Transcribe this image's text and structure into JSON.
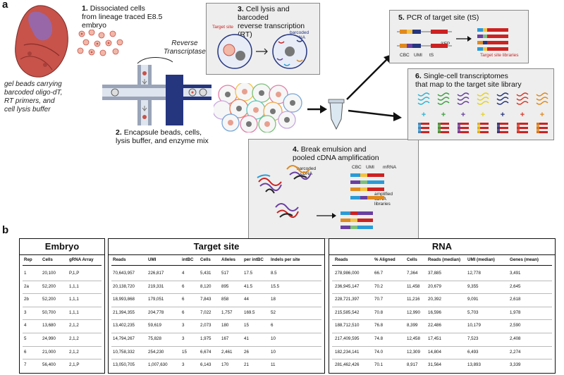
{
  "panel_a": {
    "letter": "a",
    "step1": {
      "num": "1.",
      "text_line1": "Dissociated cells",
      "text_line2": "from lineage traced E8.5",
      "text_line3": "embryo"
    },
    "reverse_transcriptase": {
      "line1": "Reverse",
      "line2": "Transcriptase"
    },
    "gel_beads_note": {
      "line1": "gel beads carrying",
      "line2": "barcoded oligo-dT,",
      "line3": "RT primers, and",
      "line4": "cell lysis buffer"
    },
    "step2": {
      "num": "2.",
      "line1": "Encapsule beads, cells,",
      "line2": "lysis buffer, and enzyme mix"
    },
    "step3": {
      "num": "3.",
      "line1": "Cell lysis and barcoded",
      "line2": "reverse transcription (RT)",
      "target_site_label": "Target site",
      "barcoded_cdna_line1": "barcoded",
      "barcoded_cdna_line2": "cDNA"
    },
    "step4": {
      "num": "4.",
      "line1": "Break emulsion and",
      "line2": "pooled cDNA amplification",
      "barcoded_cdna_line1": "barcoded",
      "barcoded_cdna_line2": "cDNA",
      "cbc": "CBC",
      "umi": "UMI",
      "mrna": "mRNA",
      "amplified_line1": "amplified",
      "amplified_line2": "cDNA",
      "amplified_line3": "libraries"
    },
    "step5": {
      "num": "5.",
      "title": "PCR of target site (tS)",
      "cbc": "CBC",
      "umi": "UMI",
      "ts": "tS",
      "fp": "3'FP",
      "libraries": "Target site libraries"
    },
    "step6": {
      "num": "6.",
      "line1": "Single-cell transcriptomes",
      "line2": "that map to the target site library"
    }
  },
  "panel_b": {
    "letter": "b",
    "embryo_table": {
      "title": "Embryo",
      "headers": [
        "Rep",
        "Cells",
        "gRNA Array"
      ],
      "rows": [
        [
          "1",
          "20,100",
          "P,1,P"
        ],
        [
          "2a",
          "52,200",
          "1,1,1"
        ],
        [
          "2b",
          "52,200",
          "1,1,1"
        ],
        [
          "3",
          "50,700",
          "1,1,1"
        ],
        [
          "4",
          "13,680",
          "2,1,2"
        ],
        [
          "5",
          "24,990",
          "2,1,2"
        ],
        [
          "6",
          "21,000",
          "2,1,2"
        ],
        [
          "7",
          "56,400",
          "2,1,P"
        ]
      ]
    },
    "target_table": {
      "title": "Target site",
      "headers": [
        "Reads",
        "UMI",
        "intBC",
        "Cells",
        "Alleles",
        "per intBC",
        "Indels per site"
      ],
      "rows": [
        [
          "70,643,957",
          "226,817",
          "4",
          "5,431",
          "517",
          "17.5",
          "8.5"
        ],
        [
          "20,138,720",
          "219,331",
          "6",
          "8,120",
          "895",
          "41.5",
          "15.5"
        ],
        [
          "18,993,868",
          "179,051",
          "6",
          "7,843",
          "858",
          "44",
          "18"
        ],
        [
          "21,394,355",
          "204,778",
          "6",
          "7,022",
          "1,757",
          "169.5",
          "52"
        ],
        [
          "13,402,235",
          "59,619",
          "3",
          "2,073",
          "180",
          "15",
          "6"
        ],
        [
          "14,794,267",
          "75,828",
          "3",
          "1,975",
          "167",
          "41",
          "10"
        ],
        [
          "10,758,332",
          "254,230",
          "15",
          "6,674",
          "2,461",
          "26",
          "10"
        ],
        [
          "13,050,705",
          "1,007,630",
          "3",
          "6,143",
          "170",
          "21",
          "11"
        ]
      ]
    },
    "rna_table": {
      "title": "RNA",
      "headers": [
        "Reads",
        "% Aligned",
        "Cells",
        "Reads (median)",
        "UMI (median)",
        "Genes (mean)"
      ],
      "rows": [
        [
          "278,986,000",
          "66.7",
          "7,364",
          "37,885",
          "12,778",
          "3,491"
        ],
        [
          "236,945,147",
          "70.2",
          "11,458",
          "20,679",
          "9,355",
          "2,645"
        ],
        [
          "228,721,397",
          "70.7",
          "11,216",
          "20,392",
          "9,091",
          "2,618"
        ],
        [
          "215,585,542",
          "70.8",
          "12,990",
          "16,596",
          "5,703",
          "1,978"
        ],
        [
          "188,712,510",
          "76.8",
          "8,399",
          "22,486",
          "10,179",
          "2,590"
        ],
        [
          "217,409,595",
          "74.8",
          "12,458",
          "17,451",
          "7,523",
          "2,408"
        ],
        [
          "182,234,141",
          "74.0",
          "12,309",
          "14,804",
          "6,493",
          "2,274"
        ],
        [
          "281,462,426",
          "70.1",
          "8,917",
          "31,564",
          "13,893",
          "3,339"
        ]
      ]
    }
  },
  "colors": {
    "embryo_red": "#c7534b",
    "device_blue": "#25357e",
    "channel_light": "#bfc9d8",
    "box_grey": "#eeeeee"
  }
}
